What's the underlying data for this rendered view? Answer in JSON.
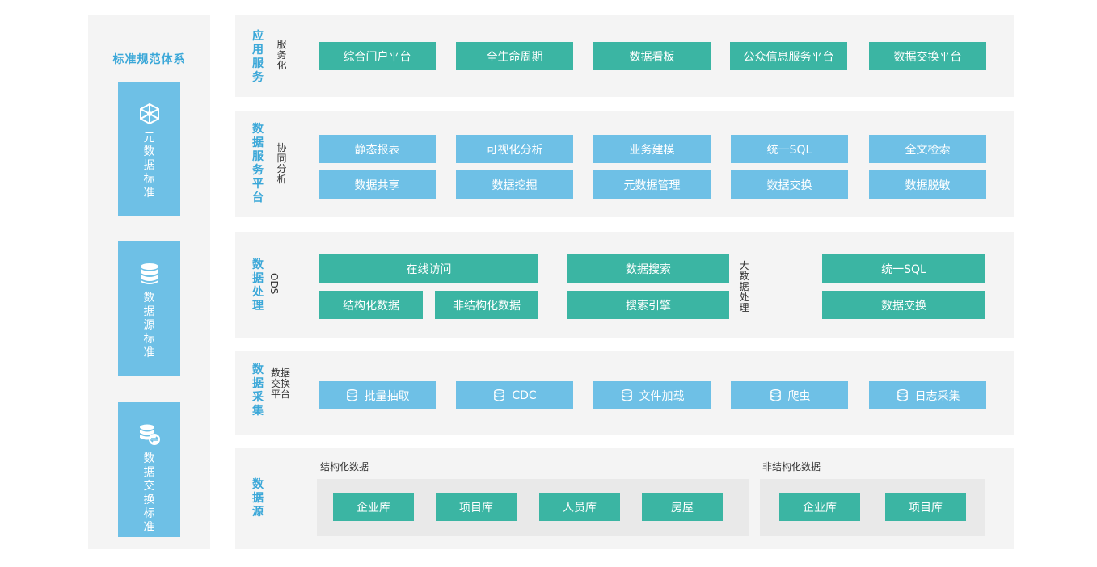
{
  "standards": {
    "title": "标准规范体系",
    "items": [
      {
        "label": "元数据标准",
        "icon": "hub-network-icon"
      },
      {
        "label": "数据源标准",
        "icon": "database-icon"
      },
      {
        "label": "数据交换标准",
        "icon": "database-exchange-icon"
      }
    ]
  },
  "layers": {
    "app": {
      "title": "应用服务",
      "sub": "服务化",
      "items": [
        "综合门户平台",
        "全生命周期",
        "数据看板",
        "公众信息服务平台",
        "数据交换平台"
      ]
    },
    "dsp": {
      "title": "数据服务平台",
      "sub": "协同分析",
      "row1": [
        "静态报表",
        "可视化分析",
        "业务建模",
        "统一SQL",
        "全文检索"
      ],
      "row2": [
        "数据共享",
        "数据挖掘",
        "元数据管理",
        "数据交换",
        "数据脱敏"
      ]
    },
    "proc": {
      "title": "数据处理",
      "ods_label": "ODS",
      "online": "在线访问",
      "structured": "结构化数据",
      "unstructured": "非结构化数据",
      "search": "数据搜索",
      "engine": "搜索引擎",
      "bigdata_label": "大数据处理",
      "sql": "统一SQL",
      "exchange": "数据交换"
    },
    "collect": {
      "title": "数据采集",
      "sub": "数据交换平台",
      "items": [
        "批量抽取",
        "CDC",
        "文件加载",
        "爬虫",
        "日志采集"
      ],
      "item_icon": "database-icon"
    },
    "source": {
      "title": "数据源",
      "structured_title": "结构化数据",
      "structured_items": [
        "企业库",
        "项目库",
        "人员库",
        "房屋"
      ],
      "unstructured_title": "非结构化数据",
      "unstructured_items": [
        "企业库",
        "项目库"
      ]
    }
  },
  "colors": {
    "accent_blue": "#3aa7d8",
    "box_blue": "#6ec0e6",
    "box_teal": "#3bb5a3",
    "panel_bg": "#f4f4f4"
  }
}
